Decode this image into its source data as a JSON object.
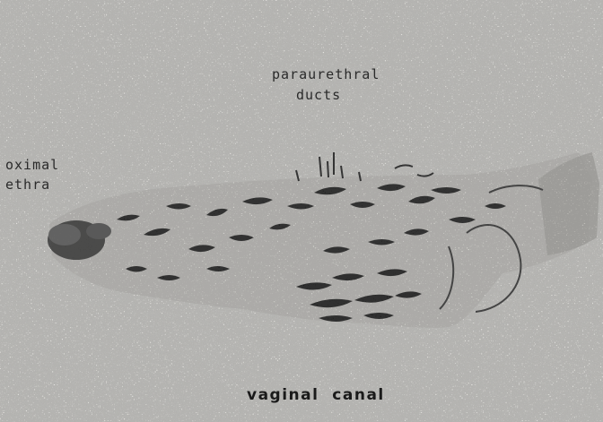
{
  "figure": {
    "description_colors": {
      "background": "#ecebe7",
      "tissue_dark": "#1e1e1e",
      "tissue_mid": "#6a6a6a",
      "tissue_light": "#b4b4b0"
    },
    "labels": {
      "paraurethral_line1": "paraurethral",
      "paraurethral_line2": "ducts",
      "proximal_line1": "oximal",
      "proximal_line2": "ethra",
      "vaginal": "vaginal  canal"
    }
  }
}
